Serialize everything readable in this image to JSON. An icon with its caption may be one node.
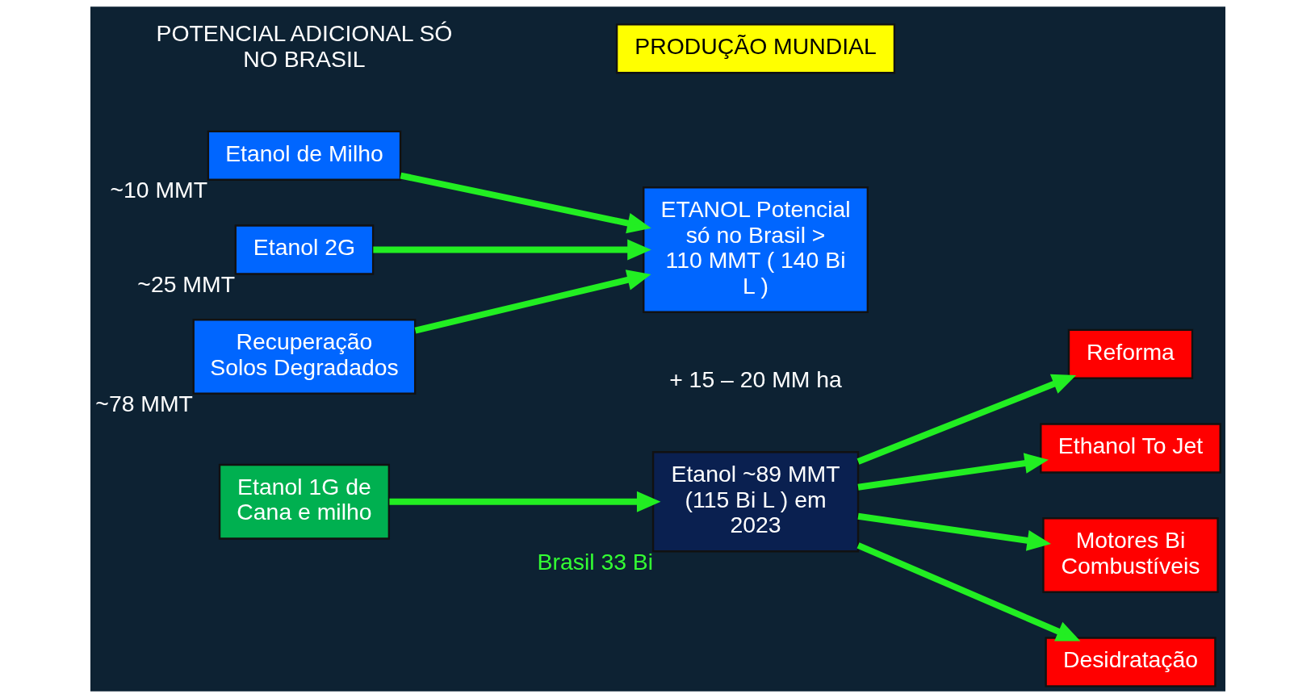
{
  "diagram": {
    "nodes": [
      {
        "text": [
          "PRODUÇÃO MUNDIAL"
        ]
      },
      {
        "text": [
          "Etanol 1G de Cana e milho"
        ]
      },
      {
        "text": [
          "Etanol ~89 MMT (115 Bi L ) em 2023"
        ],
        "beside": [
          "Brasil 33 Bi"
        ]
      },
      {
        "text": [
          "Reforma"
        ]
      },
      {
        "text": [
          "Ethanol To Jet"
        ]
      },
      {
        "text": [
          "Motores Bi Combustíveis"
        ]
      },
      {
        "text": [
          "Desidratação"
        ]
      },
      {
        "text": [
          "Etanol de Milho"
        ],
        "beside": [
          "~10 MMT"
        ]
      },
      {
        "text": [
          "Etanol 2G"
        ],
        "beside": [
          "~25 MMT"
        ]
      },
      {
        "text": [
          "Recuperação Solos Degradados"
        ],
        "beside": [
          "~78 MMT"
        ]
      },
      {
        "text": [
          "ETANOL Potencial só no Brasil > 110 MMT ( 140 Bi L )"
        ]
      }
    ],
    "edges": [
      {
        "from": 1,
        "to": 2,
        "arrow": "to"
      },
      {
        "from": 2,
        "to": 3,
        "arrow": "to"
      },
      {
        "from": 2,
        "to": 4,
        "arrow": "to"
      },
      {
        "from": 2,
        "to": 5,
        "arrow": "to"
      },
      {
        "from": 2,
        "to": 6,
        "arrow": "to"
      },
      {
        "from": 7,
        "to": 10,
        "arrow": "to"
      },
      {
        "from": 8,
        "to": 10,
        "arrow": "to"
      },
      {
        "from": 9,
        "to": 10,
        "arrow": "to"
      }
    ],
    "labels": [
      "POTENCIAL ADICIONAL SÓ NO BRASIL",
      "+ 15 – 20 MM ha"
    ]
  }
}
